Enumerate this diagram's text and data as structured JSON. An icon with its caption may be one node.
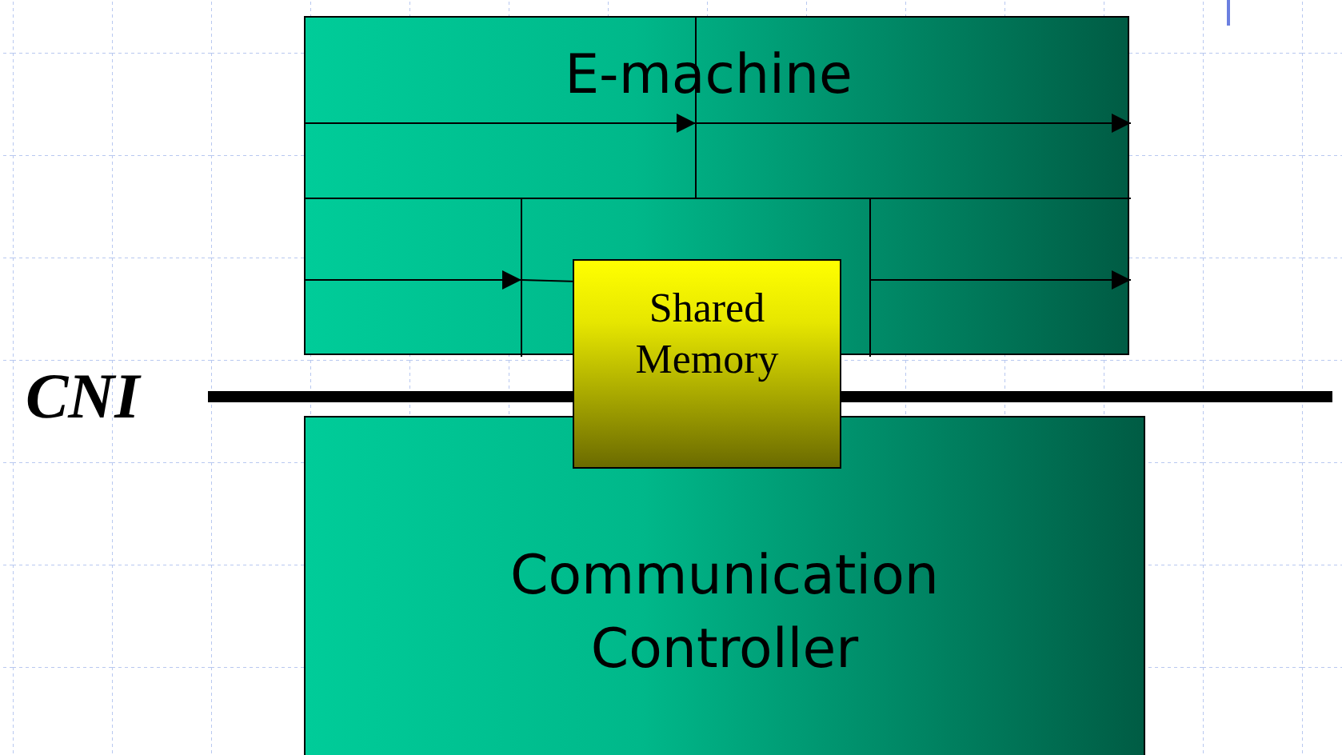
{
  "diagram": {
    "nodes": [
      {
        "text": [
          "E-machine"
        ]
      },
      {
        "text": [
          "Shared Memory"
        ]
      },
      {
        "text": [
          "Communication Controller"
        ]
      }
    ],
    "labels": [
      "CNI"
    ]
  }
}
